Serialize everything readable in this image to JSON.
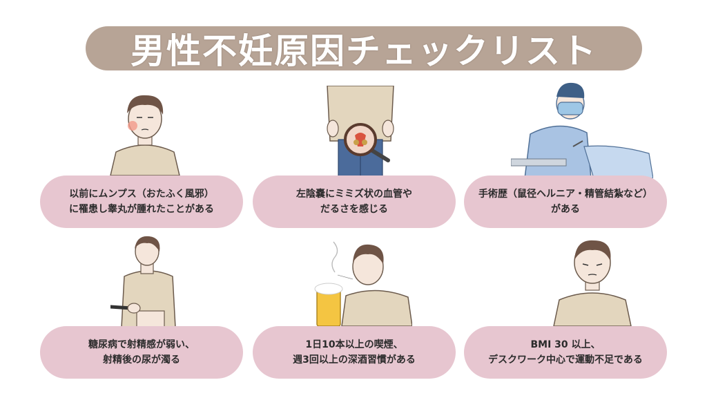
{
  "title": "男性不妊原因チェックリスト",
  "colors": {
    "title_bg": "#b7a496",
    "card_bg": "#e7c6d0",
    "text": "#2b2b2b",
    "sweater": "#e3d6be",
    "hair": "#6f5446",
    "skin": "#f5e6db"
  },
  "items": [
    {
      "lines": [
        "以前にムンプス（おたふく風邪）",
        "に罹患し睾丸が腫れたことがある"
      ],
      "icon": "man-swollen-cheek-icon"
    },
    {
      "lines": [
        "左陰嚢にミミズ状の血管や",
        "だるさを感じる"
      ],
      "icon": "magnifier-groin-icon"
    },
    {
      "lines": [
        "手術歴（鼠径ヘルニア・精管結紮など）",
        "がある"
      ],
      "icon": "surgeon-operation-icon"
    },
    {
      "lines": [
        "糖尿病で射精感が弱い、",
        "射精後の尿が濁る"
      ],
      "icon": "man-insulin-pen-icon"
    },
    {
      "lines": [
        "1日10本以上の喫煙、",
        "週3回以上の深酒習慣がある"
      ],
      "icon": "man-smoking-beer-icon"
    },
    {
      "lines": [
        "BMI 30 以上、",
        "デスクワーク中心で運動不足である"
      ],
      "icon": "man-tired-icon"
    }
  ]
}
